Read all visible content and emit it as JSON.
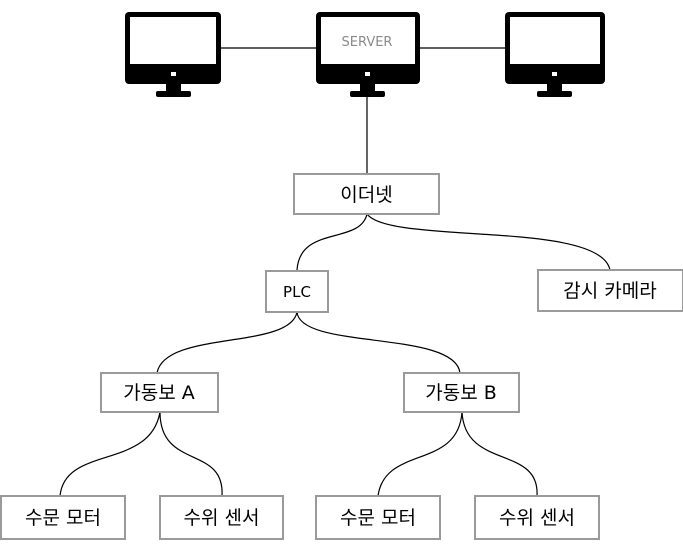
{
  "monitors": {
    "server_label": "SERVER"
  },
  "nodes": {
    "ethernet": "이더넷",
    "plc": "PLC",
    "camera": "감시 카메라",
    "gate_a": "가동보 A",
    "gate_b": "가동보 B",
    "a_motor": "수문 모터",
    "a_sensor": "수위 센서",
    "b_motor": "수문 모터",
    "b_sensor": "수위 센서"
  },
  "colors": {
    "box_border": "#9a9a9a",
    "monitor": "#000000",
    "line": "#000000",
    "server_text": "#8a8a8a"
  }
}
